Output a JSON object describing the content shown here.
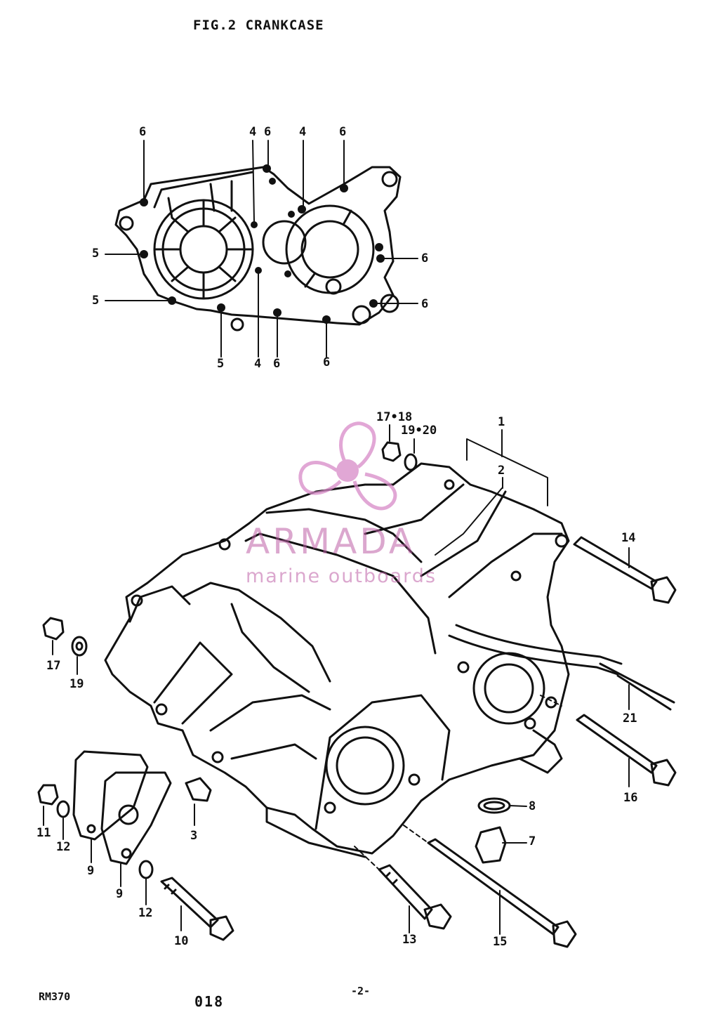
{
  "title": "FIG.2 CRANKCASE",
  "watermark": {
    "brand": "ARMADA",
    "tagline": "marine outboards",
    "color": "#d88ac8"
  },
  "top_view_labels": {
    "l6a": "6",
    "l4a": "4",
    "l6b": "6",
    "l4b": "4",
    "l6c": "6",
    "l5a": "5",
    "l5b": "5",
    "l6d": "6",
    "l6e": "6",
    "l5c": "5",
    "l4c": "4",
    "l6f": "6",
    "l6g": "6"
  },
  "parts_labels": {
    "p1": "1",
    "p2": "2",
    "p3": "3",
    "p7": "7",
    "p8": "8",
    "p9a": "9",
    "p9b": "9",
    "p10": "10",
    "p11": "11",
    "p12a": "12",
    "p12b": "12",
    "p13": "13",
    "p14": "14",
    "p15": "15",
    "p16": "16",
    "p17": "17",
    "p1718": "17•18",
    "p19": "19",
    "p1920": "19•20",
    "p21": "21"
  },
  "footer": {
    "model": "RM370",
    "code": "018",
    "page": "-2-"
  }
}
